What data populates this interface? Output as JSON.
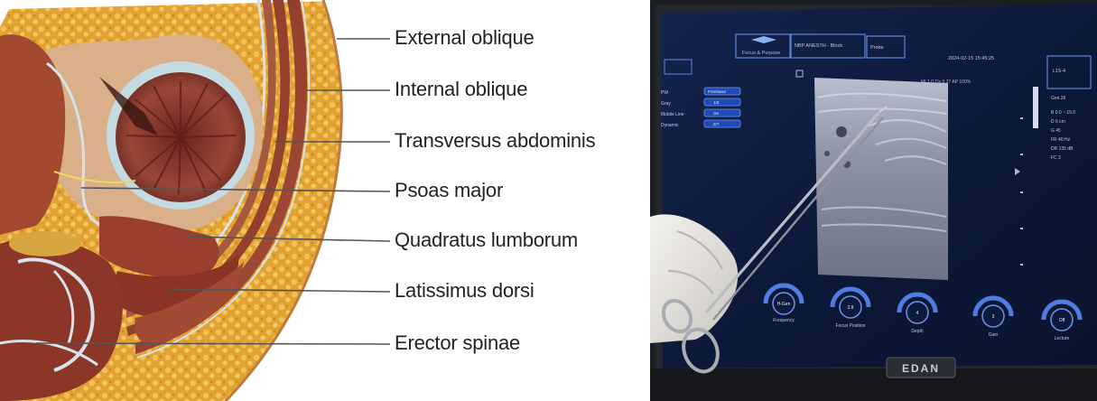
{
  "anatomy": {
    "labels": [
      "External oblique",
      "Internal oblique",
      "Transversus abdominis",
      "Psoas major",
      "Quadratus lumborum",
      "Latissimus dorsi",
      "Erector spinae"
    ]
  },
  "ultrasound": {
    "header": {
      "logo_text": "Focus & Purpose",
      "field_1": "NBP ANESTH - Block",
      "field_2": "Probe",
      "date_time": "2024-02-15 15:45:25",
      "freq_label": "L15-4"
    },
    "status_line": "MI 1.0 TIs 0.27 AP 100%",
    "left_params": [
      {
        "label": "PW",
        "value": "Freehand"
      },
      {
        "label": "Gray",
        "value": "1/2"
      },
      {
        "label": "Mobile Line",
        "value": "On"
      },
      {
        "label": "Dynamic",
        "value": "2/7"
      }
    ],
    "right_params": [
      "Gen 26",
      "B 0.0 ~ 15.0",
      "D 6 cm",
      "G 45",
      "FR 40 Hz",
      "DR 135 dB",
      "FC 3"
    ],
    "knobs": [
      {
        "value": "H-Gen",
        "label": "Frequency"
      },
      {
        "value": "2.8",
        "label": "Focus Position"
      },
      {
        "value": "4",
        "label": "Depth"
      },
      {
        "value": "3",
        "label": "Gain"
      },
      {
        "value": "Off",
        "label": "Lecture"
      }
    ],
    "brand": "EDAN"
  },
  "colors": {
    "fat": "#e8a93a",
    "muscle": "#8c3a2a",
    "fascia": "#c9d7e3",
    "screen_bg": "#0e1a3c",
    "accent_blue": "#4f7de0"
  }
}
